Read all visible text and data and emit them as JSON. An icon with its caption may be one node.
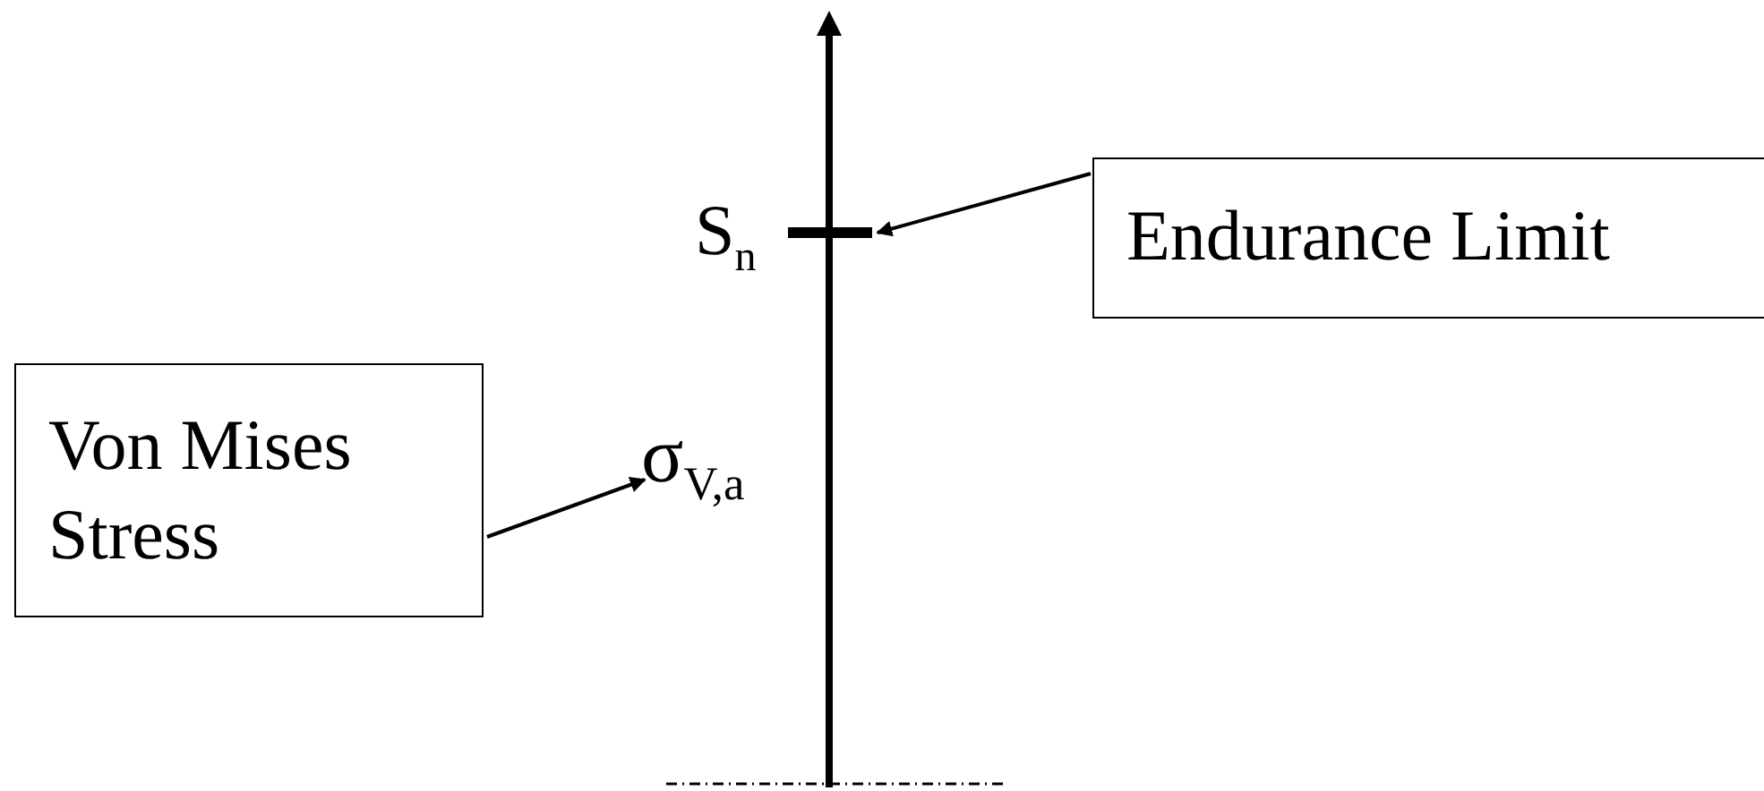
{
  "diagram": {
    "nodes": [
      {
        "text": [],
        "shape": "bar"
      },
      {
        "text": [
          "Endurance Limit"
        ]
      },
      {
        "text": [
          "Von Mises Stress"
        ]
      },
      {
        "text": [
          "σ$_{V,a}$"
        ]
      }
    ],
    "edges": [
      {
        "from": 1,
        "to": 0,
        "arrow": "to"
      },
      {
        "from": 2,
        "to": 3,
        "arrow": "to"
      }
    ],
    "labels": [
      "S$_{n}$"
    ]
  }
}
